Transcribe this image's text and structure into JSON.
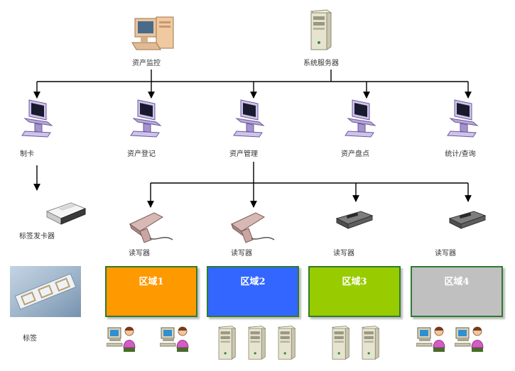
{
  "top": {
    "monitor_label": "资产监控",
    "server_label": "系统服务器"
  },
  "terminals": [
    {
      "label": "制卡"
    },
    {
      "label": "资产登记"
    },
    {
      "label": "资产管理"
    },
    {
      "label": "资产盘点"
    },
    {
      "label": "统计/查询"
    }
  ],
  "card_issuer_label": "标签发卡器",
  "tag_label": "标签",
  "readers": [
    {
      "label": "读写器"
    },
    {
      "label": "读写器"
    },
    {
      "label": "读写器"
    },
    {
      "label": "读写器"
    }
  ],
  "zones": [
    {
      "label": "区域1",
      "color": "#ff9900"
    },
    {
      "label": "区域2",
      "color": "#3366ff"
    },
    {
      "label": "区域3",
      "color": "#99cc00"
    },
    {
      "label": "区域4",
      "color": "#c0c0c0"
    }
  ],
  "colors": {
    "line": "#000000",
    "terminal_body": "#b9a8dc",
    "screen": "#1a1a2e",
    "server_body": "#e6e4d0",
    "zone_border": "#2f7a2f"
  },
  "icons": {
    "monitor_station": "desktop-pc-icon",
    "system_server": "server-tower-icon",
    "terminal": "kiosk-terminal-icon",
    "handheld_reader": "barcode-scanner-icon",
    "fixed_reader": "rfid-reader-icon",
    "card_issuer": "card-issuer-icon",
    "tag": "rfid-tag-icon",
    "operator": "operator-workstation-icon",
    "zone_server": "server-tower-icon"
  }
}
